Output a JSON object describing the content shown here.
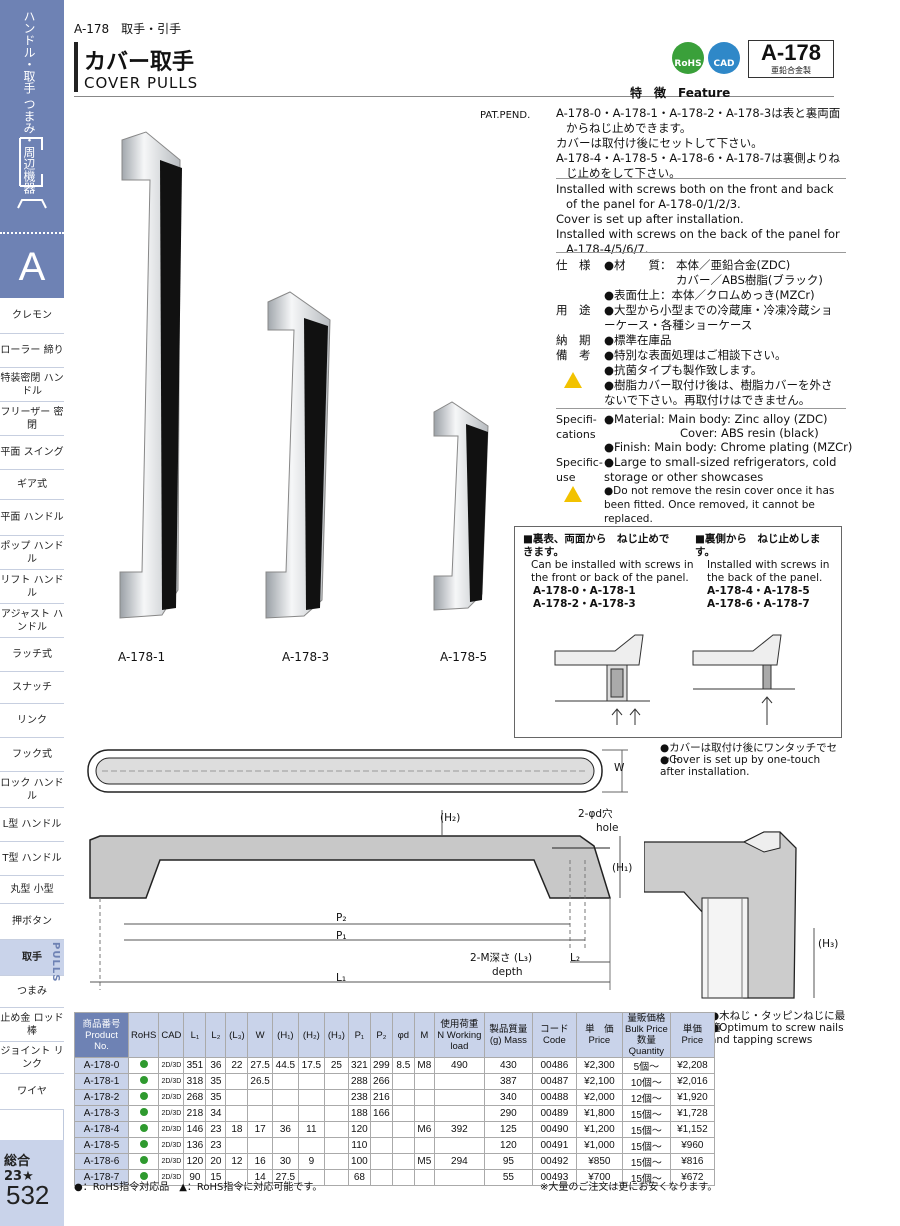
{
  "sidebar": {
    "top_label": "ハンドル・取手 つまみ・周辺機器",
    "section_letter": "A",
    "items": [
      {
        "label": "クレモン"
      },
      {
        "label": "ローラー 締り"
      },
      {
        "label": "特装密閉 ハンドル"
      },
      {
        "label": "フリーザー 密閉"
      },
      {
        "label": "平面 スイング"
      },
      {
        "label": "ギア式"
      },
      {
        "label": "平面 ハンドル"
      },
      {
        "label": "ポップ ハンドル"
      },
      {
        "label": "リフト ハンドル"
      },
      {
        "label": "アジャスト ハンドル"
      },
      {
        "label": "ラッチ式"
      },
      {
        "label": "スナッチ"
      },
      {
        "label": "リンク"
      },
      {
        "label": "フック式"
      },
      {
        "label": "ロック ハンドル"
      },
      {
        "label": "L型 ハンドル"
      },
      {
        "label": "T型 ハンドル"
      },
      {
        "label": "丸型 小型"
      },
      {
        "label": "押ボタン"
      },
      {
        "label": "取手"
      },
      {
        "label": "つまみ"
      },
      {
        "label": "止め金 ロッド棒"
      },
      {
        "label": "ジョイント リンク"
      },
      {
        "label": "ワイヤ"
      }
    ],
    "pulls_label": "PULLS",
    "total": "総合 23★",
    "page_number": "532"
  },
  "header": {
    "code": "A-178　取手・引手",
    "title_jp": "カバー取手",
    "title_en": "COVER PULLS",
    "rohs": "RoHS",
    "cad": "CAD",
    "model": "A-178",
    "material_tag": "亜鉛合金製",
    "pat": "PAT.PEND."
  },
  "feature": {
    "title": "特　徴　Feature",
    "jp": [
      "A-178-0・A-178-1・A-178-2・A-178-3は表と裏両面からねじ止めできます。",
      "カバーは取付け後にセットして下さい。",
      "A-178-4・A-178-5・A-178-6・A-178-7は裏側よりねじ止めをして下さい。"
    ],
    "en": [
      "Installed with screws both on the front and back of the panel for A-178-0/1/2/3.",
      "Cover is set up after installation.",
      "Installed with screws on the back of the panel for A-178-4/5/6/7."
    ]
  },
  "spec_jp": {
    "shiyou": "仕　様",
    "material_label": "●材　　質：",
    "material1": "本体／亜鉛合金(ZDC)",
    "material2": "カバー／ABS樹脂(ブラック)",
    "finish": "●表面仕上：本体／クロムめっき(MZCr)",
    "youto": "用　途",
    "use": "●大型から小型までの冷蔵庫・冷凍冷蔵ショーケース・各種ショーケース",
    "nouki": "納　期",
    "delivery": "●標準在庫品",
    "bikou": "備　考",
    "note1": "●特別な表面処理はご相談下さい。",
    "note2": "●抗菌タイプも製作致します。",
    "note3": "●樹脂カバー取付け後は、樹脂カバーを外さないで下さい。再取付けはできません。"
  },
  "spec_en": {
    "spec_label": "Specifi- cations",
    "material": "●Material: Main body: Zinc alloy (ZDC)",
    "cover": "Cover: ABS resin (black)",
    "finish": "●Finish: Main body: Chrome plating (MZCr)",
    "use_label": "Specific- use",
    "use": "●Large to small-sized refrigerators, cold storage or other showcases",
    "warning": "●Do not remove the resin cover once it has been fitted. Once removed, it cannot be replaced."
  },
  "install_box": {
    "left_jp": "■裏表、両面から　ねじ止めできます。",
    "left_en": "Can be installed with screws in the front or back of the panel.",
    "left_models": "A-178-0・A-178-1　A-178-2・A-178-3",
    "right_jp": "■裏側から　ねじ止めします。",
    "right_en": "Installed with screws in the back of the panel.",
    "right_models": "A-178-4・A-178-5　A-178-6・A-178-7"
  },
  "photos": {
    "cap1": "A-178-1",
    "cap2": "A-178-3",
    "cap3": "A-178-5"
  },
  "drawing": {
    "w": "W",
    "note_cover_jp": "●カバーは取付け後にワンタッチでセット",
    "note_cover_en": "●Cover is set up by one-touch after installation.",
    "hole": "2-φd穴",
    "hole_en": "hole",
    "h2": "(H₂)",
    "h1": "(H₁)",
    "h3": "(H₃)",
    "p2": "P₂",
    "p1": "P₁",
    "l1": "L₁",
    "l2": "L₂",
    "depth_jp": "2-M深さ (L₃)",
    "depth_en": "depth",
    "screw_jp": "●木ねじ・タッピンねじに最適",
    "screw_en": "●Optimum to screw nails and tapping screws"
  },
  "table": {
    "headers": {
      "product": "商品番号 Product No.",
      "rohs": "RoHS",
      "cad": "CAD",
      "l1": "L₁",
      "l2": "L₂",
      "l3": "(L₃)",
      "w": "W",
      "h1": "(H₁)",
      "h2": "(H₂)",
      "h3": "(H₃)",
      "p1": "P₁",
      "p2": "P₂",
      "d": "φd",
      "m": "M",
      "load": "使用荷重 N Working load",
      "mass": "製品質量(g) Mass",
      "code": "コード Code",
      "price": "単　価 Price",
      "bulk": "量販価格 Bulk Price",
      "qty": "数量 Quantity",
      "unit": "単価 Price"
    },
    "rows": [
      {
        "no": "A-178-0",
        "cad": "2D/3D",
        "l1": "351",
        "l2": "36",
        "l3": "22",
        "w": "27.5",
        "h1": "44.5",
        "h2": "17.5",
        "h3": "25",
        "p1": "321",
        "p2": "299",
        "d": "8.5",
        "m": "M8",
        "load": "490",
        "mass": "430",
        "code": "00486",
        "price": "¥2,300",
        "qty": "5個～",
        "unit": "¥2,208"
      },
      {
        "no": "A-178-1",
        "cad": "2D/3D",
        "l1": "318",
        "l2": "35",
        "l3": "",
        "w": "26.5",
        "h1": "",
        "h2": "",
        "h3": "",
        "p1": "288",
        "p2": "266",
        "d": "",
        "m": "",
        "load": "",
        "mass": "387",
        "code": "00487",
        "price": "¥2,100",
        "qty": "10個～",
        "unit": "¥2,016"
      },
      {
        "no": "A-178-2",
        "cad": "2D/3D",
        "l1": "268",
        "l2": "35",
        "l3": "",
        "w": "",
        "h1": "",
        "h2": "",
        "h3": "",
        "p1": "238",
        "p2": "216",
        "d": "",
        "m": "",
        "load": "",
        "mass": "340",
        "code": "00488",
        "price": "¥2,000",
        "qty": "12個～",
        "unit": "¥1,920"
      },
      {
        "no": "A-178-3",
        "cad": "2D/3D",
        "l1": "218",
        "l2": "34",
        "l3": "",
        "w": "",
        "h1": "",
        "h2": "",
        "h3": "",
        "p1": "188",
        "p2": "166",
        "d": "",
        "m": "",
        "load": "",
        "mass": "290",
        "code": "00489",
        "price": "¥1,800",
        "qty": "15個～",
        "unit": "¥1,728"
      },
      {
        "no": "A-178-4",
        "cad": "2D/3D",
        "l1": "146",
        "l2": "23",
        "l3": "18",
        "w": "17",
        "h1": "36",
        "h2": "11",
        "h3": "",
        "p1": "120",
        "p2": "",
        "d": "",
        "m": "M6",
        "load": "392",
        "mass": "125",
        "code": "00490",
        "price": "¥1,200",
        "qty": "15個～",
        "unit": "¥1,152"
      },
      {
        "no": "A-178-5",
        "cad": "2D/3D",
        "l1": "136",
        "l2": "23",
        "l3": "",
        "w": "",
        "h1": "",
        "h2": "",
        "h3": "",
        "p1": "110",
        "p2": "",
        "d": "",
        "m": "",
        "load": "",
        "mass": "120",
        "code": "00491",
        "price": "¥1,000",
        "qty": "15個～",
        "unit": "¥960"
      },
      {
        "no": "A-178-6",
        "cad": "2D/3D",
        "l1": "120",
        "l2": "20",
        "l3": "12",
        "w": "16",
        "h1": "30",
        "h2": "9",
        "h3": "",
        "p1": "100",
        "p2": "",
        "d": "",
        "m": "M5",
        "load": "294",
        "mass": "95",
        "code": "00492",
        "price": "¥850",
        "qty": "15個～",
        "unit": "¥816"
      },
      {
        "no": "A-178-7",
        "cad": "2D/3D",
        "l1": "90",
        "l2": "15",
        "l3": "",
        "w": "14",
        "h1": "27.5",
        "h2": "",
        "h3": "",
        "p1": "68",
        "p2": "",
        "d": "",
        "m": "",
        "load": "",
        "mass": "55",
        "code": "00493",
        "price": "¥700",
        "qty": "15個～",
        "unit": "¥672"
      }
    ],
    "footnote_left": "●：RoHS指令対応品　▲：RoHS指令に対応可能です。",
    "footnote_right": "※大量のご注文は更にお安くなります。"
  }
}
